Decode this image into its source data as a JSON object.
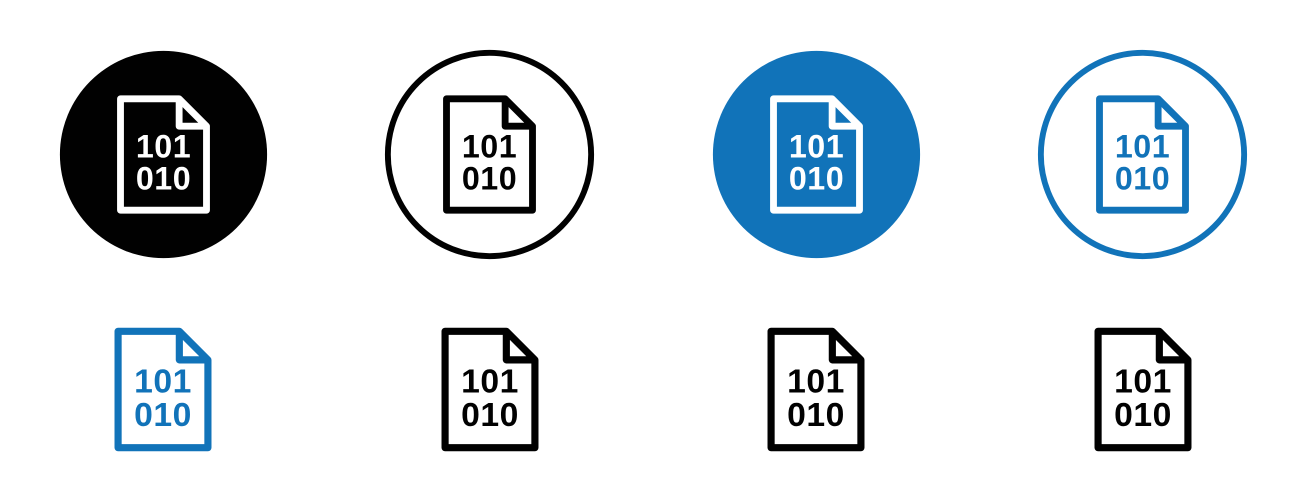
{
  "background": "#ffffff",
  "colors": {
    "bg": "#ffffff",
    "black": "#010101",
    "white": "#ffffff",
    "blue": "#1173b9"
  },
  "glyph": {
    "line1": "101",
    "line2": "010"
  },
  "icons": [
    {
      "name": "binary-file-icon-circle-solid-black",
      "shape": "filled-circle",
      "circle_color": "#010101",
      "glyph_color": "#ffffff"
    },
    {
      "name": "binary-file-icon-circle-outline-black",
      "shape": "outlined-circle",
      "circle_color": "#010101",
      "glyph_color": "#010101"
    },
    {
      "name": "binary-file-icon-circle-solid-blue",
      "shape": "filled-circle",
      "circle_color": "#1173b9",
      "glyph_color": "#ffffff"
    },
    {
      "name": "binary-file-icon-circle-outline-blue",
      "shape": "outlined-circle",
      "circle_color": "#1173b9",
      "glyph_color": "#1173b9"
    },
    {
      "name": "binary-file-icon-plain-blue",
      "shape": "none",
      "glyph_color": "#1173b9"
    },
    {
      "name": "binary-file-icon-plain-black",
      "shape": "none",
      "glyph_color": "#010101"
    },
    {
      "name": "binary-file-icon-plain-black",
      "shape": "none",
      "glyph_color": "#010101"
    },
    {
      "name": "binary-file-icon-plain-black",
      "shape": "none",
      "glyph_color": "#010101"
    }
  ]
}
